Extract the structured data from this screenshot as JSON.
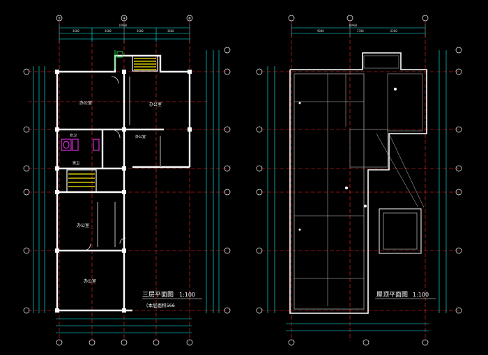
{
  "left_plan": {
    "title": "三层平面图",
    "scale": "1:100",
    "area_note": "（本层面积566",
    "rooms": {
      "office_top_left": "办公室",
      "office_top_right": "办公室",
      "toilet_female": "女卫",
      "toilet_male": "男卫",
      "office_middle": "办公室",
      "office_bottom": "办公室",
      "office_small": "办公室"
    }
  },
  "right_plan": {
    "title": "屋顶平面图",
    "scale": "1:100"
  },
  "colors": {
    "background": "#000000",
    "wall": "#ffffff",
    "axis_line": "#ff2a2a",
    "dimension": "#00ffff",
    "stair": "#ffee00",
    "text": "#ffffff",
    "magenta": "#ff33ff",
    "green": "#22cc44"
  }
}
